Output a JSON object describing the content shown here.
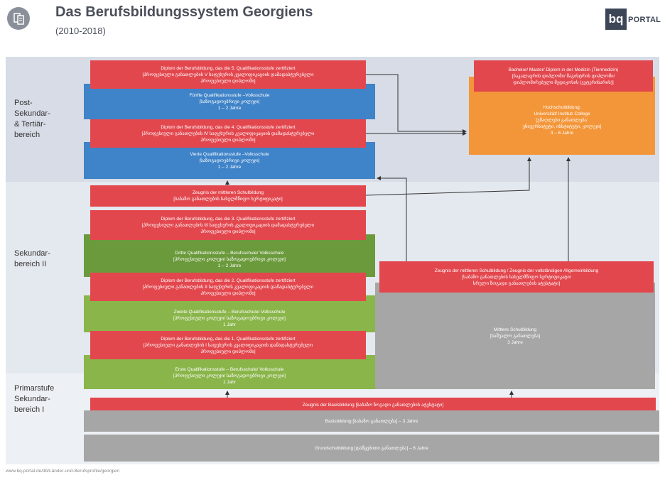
{
  "header": {
    "title": "Das Berufsbildungssystem Georgiens",
    "subtitle": "(2010-2018)",
    "logo_text": "PORTAL",
    "logo_mark": "bq"
  },
  "levels": {
    "tertiary": [
      "Post-",
      "Sekundar-",
      "& Tertiär-",
      "bereich"
    ],
    "secondary2": [
      "Sekundar-",
      "bereich II"
    ],
    "primary": [
      "Primarstufe",
      "Sekundar-",
      "bereich I"
    ]
  },
  "boxes": {
    "dipl5": [
      "Diplom der Berufsbildung, das die 5. Qualifikationsstufe zertifiziert",
      "[პროფესიული განათლების V საფეხურის კვალიფიკაციის დამადასტურებელი",
      "პროფესიული დიპლომი]"
    ],
    "stufe5": [
      "Fünfte Qualifikationsstufe –Volksschule",
      "[საზოგადოებრივი კოლეჯი]",
      "1 – 2 Jahre"
    ],
    "dipl4": [
      "Diplom der Berufsbildung, das die 4. Qualifikationsstufe zertifiziert",
      "[პროფესიული განათლების IV საფეხურის კვალიფიკაციის დამადასტურებელი",
      "პროფესიული დიპლომი]"
    ],
    "stufe4": [
      "Vierte Qualifikationsstufe –Volksschule",
      "[საზოგადოებრივი კოლეჯი]",
      "1 – 2 Jahre"
    ],
    "bachelor": [
      "Bachelor/ Master/ Diplom in der Medizin (Tiermedizin)",
      "[ბაკალავრის დიპლომი/ მაგისტრის დიპლომი/",
      "დიპლომირებული მედიკოსის (ვეტერინარის)]"
    ],
    "hochschule": [
      "Hochschulbildung:",
      "Universität/ Institut/ College",
      "[უმაღლესი განათლება:",
      "უნივერსიტეტი, ინსტიტუტი, კოლეჯი]",
      "4 – 6 Jahre"
    ],
    "zeugnis_mittel": [
      "Zeugnis der mittleren Schulbildung",
      "[საბაზო განათლების სახელმწიფო სერტიფიკატი]"
    ],
    "dipl3": [
      "Diplom der Berufsbildung, das die 3. Qualifikationsstufe zertifiziert",
      "[პროფესიული განათლების III საფეხურის კვალიფიკაციის დამადასტურებელი",
      "პროფესიული დიპლომი]"
    ],
    "stufe3": [
      "Dritte Qualifikationsstufe – Berufsschule/ Volksschule",
      "[პროფესიული კოლეჯი/ საზოგადოებრივი კოლეჯი]",
      "1 – 2 Jahre"
    ],
    "dipl2": [
      "Diplom der Berufsbildung, das die 2. Qualifikationsstufe zertifiziert",
      "[პროფესიული განათლების II საფეხურის კვალიფიკაციის დამადასტურებელი",
      "პროფესიული დიპლომი]"
    ],
    "stufe2": [
      "Zweite Qualifikationsstufe – Berufsschule/ Volksschule",
      "[პროფესიული კოლეჯი/ საზოგადოებრივი კოლეჯი]",
      "1 Jahr"
    ],
    "dipl1": [
      "Diplom der Berufsbildung, das die 1. Qualifikationsstufe zertifiziert",
      "[პროფესიული განათლების I საფეხურის კვალიფიკაციის დამადასტურებელი",
      "პროფესიული დიპლომი]"
    ],
    "stufe1": [
      "Erste Qualifikationsstufe – Berufsschule/ Volksschule",
      "[პროფესიული კოლეჯი/ საზოგადოებრივი კოლეჯი]",
      "1 Jahr"
    ],
    "zeugnis_allg": [
      "Zeugnis der mittleren Schulbildung / Zeugnis der vollständigen Allgemeinbildung",
      "[საბაზო განათლების სახელმწიფო სერტიფიკატი/",
      "სრული ზოგადი განათლების ატესტატი]"
    ],
    "mittlere": [
      "Mittlere Schulbildung",
      "[საშუალო განათლება]",
      "3 Jahre"
    ],
    "zeugnis_basis": [
      "Zeugnis der Basisbildung [საბაზო ზოგადი განათლების ატესტატი]"
    ],
    "basis": [
      "Basisbildung [საბაზო განათლება] – 3 Jahre"
    ],
    "grund": [
      "Grundschulbildung [დაწყებითი განათლება] – 6 Jahre"
    ]
  },
  "footer": {
    "url": "www.bq-portal.de/db/Länder-und-Berufsprofile/georgien"
  },
  "colors": {
    "red": "#e3474e",
    "blue": "#3f83c8",
    "green": "#8ab54a",
    "orange": "#f3963a",
    "grey": "#a6a6a6",
    "band_top": "#d7dce6",
    "band_mid": "#e4e8ef",
    "band_low": "#edf0f4"
  }
}
